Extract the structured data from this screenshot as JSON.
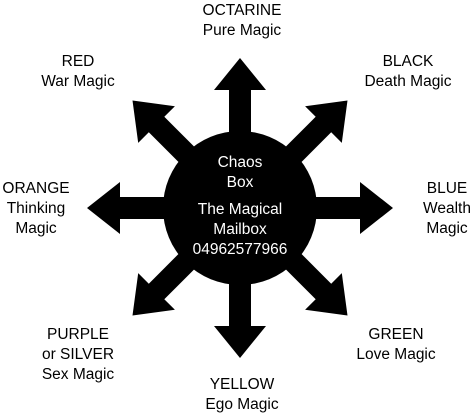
{
  "colors": {
    "background": "#ffffff",
    "symbol": "#000000",
    "center_text": "#ffffff",
    "label_text": "#000000"
  },
  "center": {
    "lines": [
      "Chaos",
      "Box",
      "The Magical",
      "Mailbox",
      "04962577966"
    ]
  },
  "labels": [
    {
      "key": "octarine",
      "lines": [
        "OCTARINE",
        "Pure Magic"
      ]
    },
    {
      "key": "black",
      "lines": [
        "BLACK",
        "Death Magic"
      ]
    },
    {
      "key": "blue",
      "lines": [
        "BLUE",
        "Wealth",
        "Magic"
      ]
    },
    {
      "key": "green",
      "lines": [
        "GREEN",
        "Love Magic"
      ]
    },
    {
      "key": "yellow",
      "lines": [
        "YELLOW",
        "Ego Magic"
      ]
    },
    {
      "key": "purple",
      "lines": [
        "PURPLE",
        "or SILVER",
        "Sex Magic"
      ]
    },
    {
      "key": "orange",
      "lines": [
        "ORANGE",
        "Thinking",
        "Magic"
      ]
    },
    {
      "key": "red",
      "lines": [
        "RED",
        "War Magic"
      ]
    }
  ]
}
